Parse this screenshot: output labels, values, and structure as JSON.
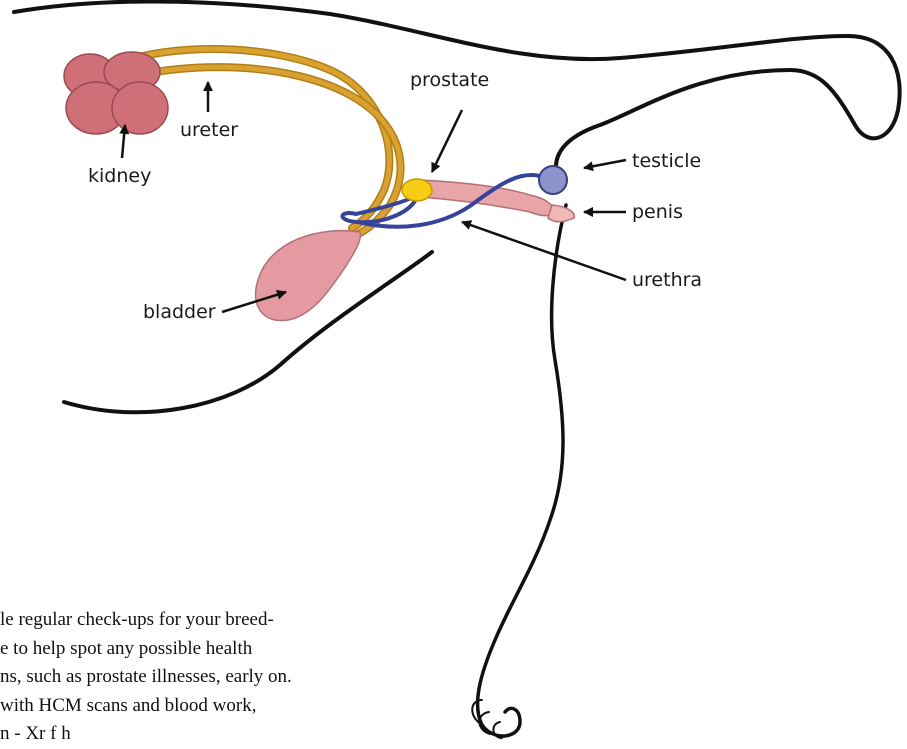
{
  "labels": {
    "kidney": "kidney",
    "ureter": "ureter",
    "prostate": "prostate",
    "testicle": "testicle",
    "penis": "penis",
    "urethra": "urethra",
    "bladder": "bladder"
  },
  "caption_lines": [
    "le regular check-ups for your breed-",
    "e to help spot any possible health",
    "ns, such as prostate illnesses, early on.",
    "with HCM scans and blood work,",
    "n - Xr      f h"
  ],
  "colors": {
    "outline": "#111111",
    "kidney": "#cf6f78",
    "ureter": "#d9a12f",
    "bladder": "#e49aa1",
    "prostate": "#f7cc14",
    "urethra": "#35449a",
    "testicle": "#8d92cc",
    "penis": "#f1b8b8"
  }
}
